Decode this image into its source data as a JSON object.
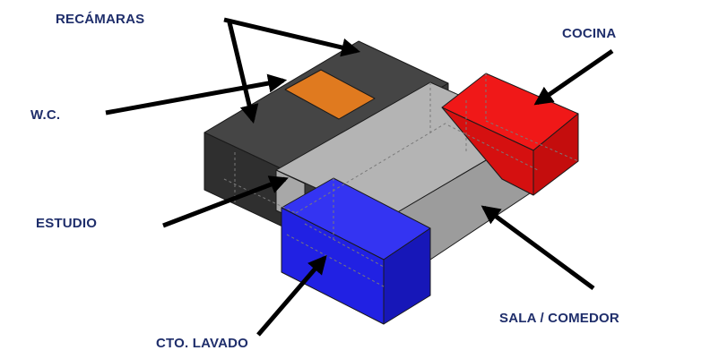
{
  "labels": {
    "recamaras": "RECÁMARAS",
    "wc": "W.C.",
    "cocina": "COCINA",
    "estudio": "ESTUDIO",
    "sala_comedor": "SALA / COMEDOR",
    "cto_lavado": "CTO. LAVADO"
  },
  "colors": {
    "label_text": "#1f2e6b",
    "recamaras_block": "#4a4a4a",
    "wc_block": "#e07a1f",
    "cocina_block": "#e01010",
    "estudio_sala_block": "#a6a6a6",
    "lavado_block": "#2020e0",
    "arrows": "#000000"
  }
}
